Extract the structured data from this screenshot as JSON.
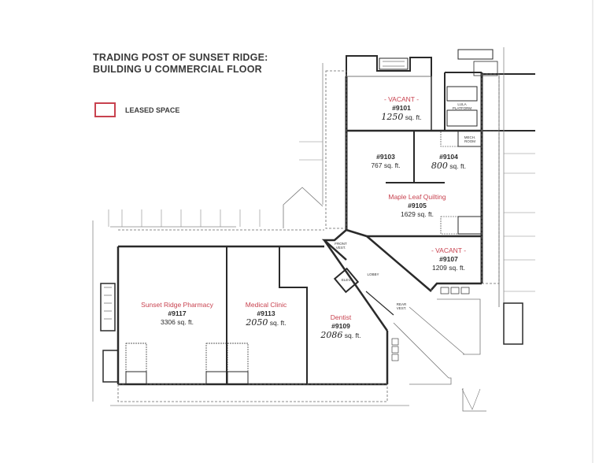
{
  "title": {
    "line1": "TRADING POST OF SUNSET RIDGE:",
    "line2": "BUILDING U COMMERCIAL FLOOR"
  },
  "legend": {
    "label": "LEASED SPACE",
    "color": "#c8424f"
  },
  "colors": {
    "tenant_text": "#c8424f",
    "wall": "#2a2a2a",
    "background": "#ffffff"
  },
  "units": [
    {
      "id": "9101",
      "status": "- VACANT -",
      "number": "#9101",
      "area_handwritten": "1250",
      "area_suffix": "sq. ft."
    },
    {
      "id": "9103",
      "status": "",
      "number": "#9103",
      "area": "767 sq. ft."
    },
    {
      "id": "9104",
      "status": "",
      "number": "#9104",
      "area_handwritten": "800",
      "area_suffix": "sq. ft."
    },
    {
      "id": "9105",
      "status": "Maple Leaf Quilting",
      "number": "#9105",
      "area": "1629 sq. ft."
    },
    {
      "id": "9107",
      "status": "- VACANT -",
      "number": "#9107",
      "area": "1209 sq. ft."
    },
    {
      "id": "9109",
      "status": "Dentist",
      "number": "#9109",
      "area_handwritten": "2086",
      "area_suffix": "sq. ft."
    },
    {
      "id": "9113",
      "status": "Medical Clinic",
      "number": "#9113",
      "area_handwritten": "2050",
      "area_suffix": "sq. ft."
    },
    {
      "id": "9117",
      "status": "Sunset Ridge Pharmacy",
      "number": "#9117",
      "area": "3306 sq. ft."
    }
  ],
  "rooms": {
    "front_vest": "FRONT VEST.",
    "lobby": "LOBBY",
    "rear_vest": "REAR VEST.",
    "elev": "ELEV.",
    "lula": "LULA PLATFORM",
    "mech": "MECH. ROOM"
  }
}
